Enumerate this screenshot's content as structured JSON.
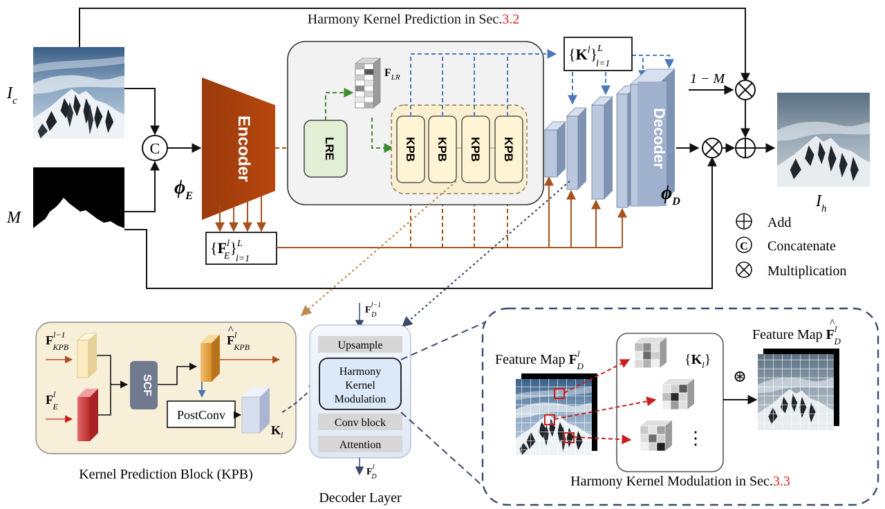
{
  "title_prediction": {
    "text": "Harmony Kernel Prediction in Sec.",
    "ref": "3.2"
  },
  "title_modulation": {
    "text": "Harmony Kernel Modulation in Sec.",
    "ref": "3.3"
  },
  "inputs": {
    "composite": "I",
    "composite_sub": "c",
    "mask": "M",
    "output": "I",
    "output_sub": "h"
  },
  "ops": {
    "concat_symbol": "C",
    "one_minus_m": "1 − M"
  },
  "encoder": {
    "label": "Encoder",
    "phi": "ϕ",
    "phi_sub": "E"
  },
  "decoder": {
    "label": "Decoder",
    "phi": "ϕ",
    "phi_sub": "D"
  },
  "lre": {
    "label": "LRE"
  },
  "f_lr": {
    "main": "F",
    "sub": "LR"
  },
  "kpb_labels": [
    "KPB",
    "KPB",
    "KPB",
    "KPB"
  ],
  "set_k": {
    "open": "{",
    "main": "K",
    "sup": "l",
    "close": "}",
    "limits_sup": "L",
    "limits_sub": "l=1"
  },
  "set_fe": {
    "open": "{",
    "main": "F",
    "sub": "E",
    "sup": "l",
    "close": "}",
    "limits_sup": "L",
    "limits_sub": "l=1"
  },
  "legend": {
    "add": "Add",
    "concat": "Concatenate",
    "mult": "Multiplication"
  },
  "kpb_panel": {
    "caption": "Kernel Prediction Block (KPB)",
    "f_kpb_prev": {
      "main": "F",
      "sub": "KPB",
      "sup": "l−1"
    },
    "f_e": {
      "main": "F",
      "sub": "E",
      "sup": "l"
    },
    "scf": "SCF",
    "postconv": "PostConv",
    "f_kpb_hat": {
      "main": "F",
      "sub": "KPB",
      "sup": "l"
    },
    "k_l": {
      "main": "K",
      "sub": "l"
    }
  },
  "decoder_layer": {
    "caption": "Decoder Layer",
    "in_label": {
      "main": "F",
      "sub": "D",
      "sup": "l−1"
    },
    "out_label": {
      "main": "F",
      "sub": "D",
      "sup": "l"
    },
    "blocks": [
      "Upsample",
      "Harmony",
      "Kernel",
      "Modulation",
      "Conv block",
      "Attention"
    ]
  },
  "modulation_panel": {
    "feature_map_label": "Feature Map",
    "f_d": {
      "main": "F",
      "sub": "D",
      "sup": "l"
    },
    "f_d_hat": {
      "main": "F",
      "sub": "D",
      "sup": "l"
    },
    "k_set": {
      "open": "{",
      "main": "K",
      "sub": "l",
      "close": "}"
    },
    "conv_symbol": "⊛",
    "dots": "⋮"
  },
  "colors": {
    "encoder": "#b5430f",
    "ref_red": "#e0201c",
    "blue_dash": "#4a78b8",
    "brown": "#a6521d",
    "green_dash": "#3e8a2e",
    "kpb_fill": "#fbefcf"
  }
}
